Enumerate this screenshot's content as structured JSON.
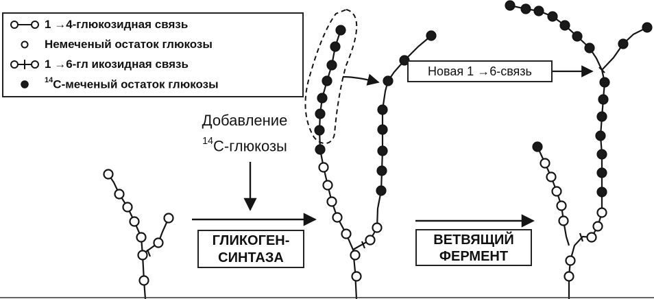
{
  "legend": {
    "row1": {
      "prefix": "1 ",
      "arrow": "→",
      "text": "4-глюкозидная связь",
      "icon": "alpha-1-4-link-icon"
    },
    "row2": {
      "text": "Немеченый остаток глюкозы",
      "icon": "open-circle-icon"
    },
    "row3": {
      "prefix": "1 ",
      "arrow": "→",
      "text": "6-гл икозидная связь",
      "icon": "alpha-1-6-link-icon"
    },
    "row4": {
      "sup": "14",
      "text": "С-меченый остаток глюкозы",
      "icon": "filled-circle-icon"
    }
  },
  "step1": {
    "line1": "Добавление",
    "sup": "14",
    "line2": "С-глюкозы",
    "enzyme_line1": "ГЛИКОГЕН-",
    "enzyme_line2": "СИНТАЗА"
  },
  "step2": {
    "new_bond_prefix": "Новая 1 ",
    "new_bond_arrow": "→",
    "new_bond_text": "6-связь",
    "enzyme_line1": "ВЕТВЯЩИЙ",
    "enzyme_line2": "ФЕРМЕНТ"
  },
  "colors": {
    "ink": "#151515",
    "open_fill": "#ffffff",
    "labeled_fill": "#1a1a1a"
  }
}
